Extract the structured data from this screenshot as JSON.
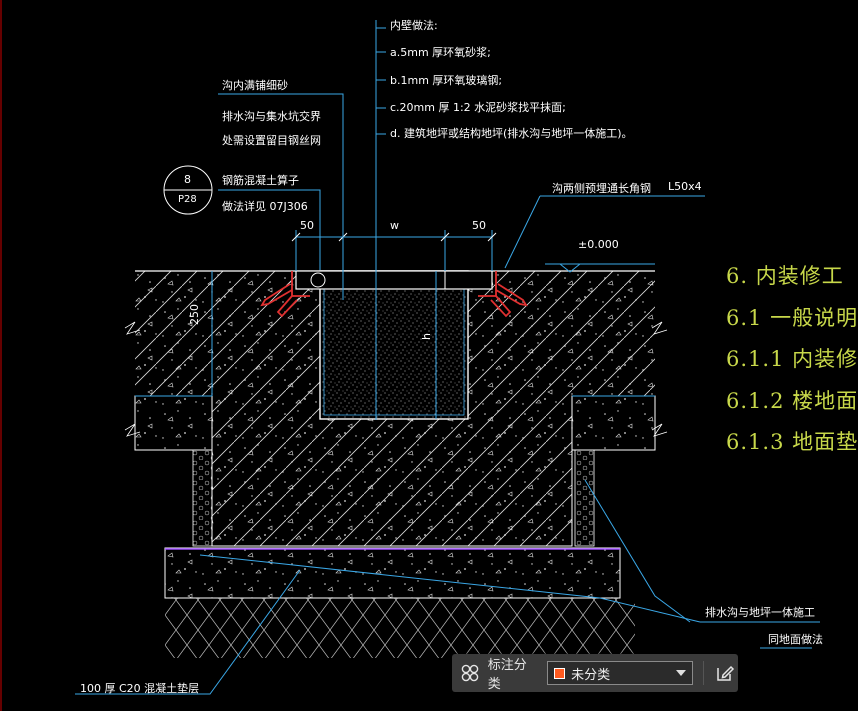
{
  "drawing": {
    "title_top": "内壁做法:",
    "layer_a": "a.5mm    厚环氧砂浆;",
    "layer_b": "b.1mm    厚环氧玻璃钢;",
    "layer_c": "c.20mm     厚 1:2   水泥砂浆找平抹面;",
    "layer_d": "d. 建筑地坪或结构地坪(排水沟与地坪一体施工)。",
    "trench_label": "沟内满铺细砂",
    "drain_note_1": "排水沟与集水坑交界",
    "drain_note_2": "处需设置留目钢丝网",
    "detail_num": "8",
    "detail_ref": "P28",
    "cover_title": "钢筋混凝土算子",
    "cover_ref": "做法详见     07J306",
    "angle_label": "沟两侧预埋通长角钢",
    "angle_spec": "L50x4",
    "dim_50_left": "50",
    "dim_w": "w",
    "dim_50_right": "50",
    "dim_250": "250",
    "dim_h": "h",
    "elevation": "±0.000",
    "bottom_label": "100   厚   C20    混凝土垫层",
    "right_label_1": "排水沟与地坪一体施工",
    "right_label_2": "同地面做法"
  },
  "notes": {
    "n1": "6.   内装修工",
    "n2": "6.1    一般说明",
    "n3": "6.1.1  内装修",
    "n4": "6.1.2  楼地面",
    "n5": "6.1.3   地面垫"
  },
  "toolbar": {
    "label": "标注分类",
    "selected": "未分类",
    "swatch_color": "#ff5a1f",
    "icon_left": "grid-circles-icon",
    "icon_right": "edit-icon"
  }
}
